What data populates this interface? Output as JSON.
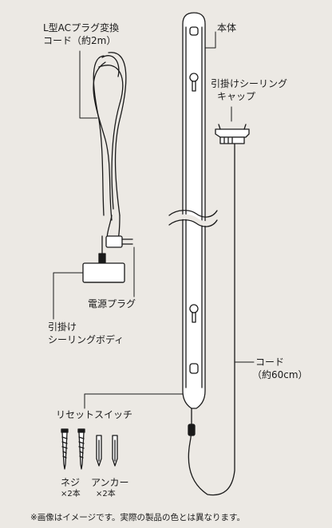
{
  "labels": {
    "plug_cord_line1": "L型ACプラグ変換",
    "plug_cord_line2": "コード（約2m）",
    "main_body": "本体",
    "ceiling_cap_line1": "引掛けシーリング",
    "ceiling_cap_line2": "キャップ",
    "power_plug": "電源プラグ",
    "ceiling_body_line1": "引掛け",
    "ceiling_body_line2": "シーリングボディ",
    "cord_line1": "コード",
    "cord_line2": "（約60cm）",
    "reset_switch": "リセットスイッチ",
    "screw": "ネジ",
    "screw_qty": "×2本",
    "anchor": "アンカー",
    "anchor_qty": "×2本"
  },
  "footnote": "※画像はイメージです。実際の製品の色とは異なります。",
  "colors": {
    "background": "#ece9e4",
    "line": "#1a1a1a",
    "fill": "#ffffff"
  },
  "icons": [
    "screw-icon",
    "anchor-icon",
    "ceiling-cap-icon",
    "power-plug-icon",
    "reset-switch-icon"
  ]
}
